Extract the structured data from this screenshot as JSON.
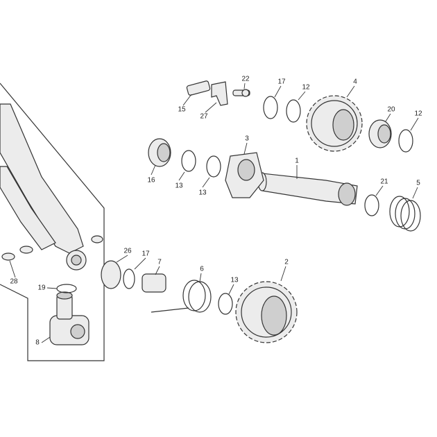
{
  "diagram": {
    "callouts": {
      "p1": "1",
      "p2": "2",
      "p3": "3",
      "p4": "4",
      "p5": "5",
      "p6": "6",
      "p7": "7",
      "p8": "8",
      "p12a": "12",
      "p12b": "12",
      "p13a": "13",
      "p13b": "13",
      "p13c": "13",
      "p15": "15",
      "p16": "16",
      "p17a": "17",
      "p17b": "17",
      "p19": "19",
      "p20": "20",
      "p21": "21",
      "p22": "22",
      "p26": "26",
      "p27": "27",
      "p28": "28"
    },
    "icons": [
      "kickstart-lever-icon",
      "gear-icon",
      "shaft-icon",
      "spring-icon",
      "bearing-icon",
      "washer-icon",
      "circlip-icon"
    ]
  }
}
